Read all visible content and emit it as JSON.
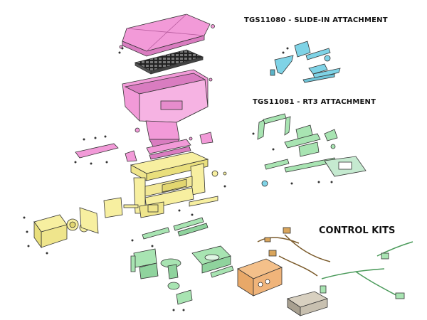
{
  "labels": {
    "slide_in": "TGS11080 - SLIDE-IN ATTACHMENT",
    "rt3": "TGS11081 - RT3 ATTACHMENT",
    "control_kits": "CONTROL KITS"
  },
  "colors": {
    "hopper": "#f29ad8",
    "frame": "#f7efa0",
    "mount": "#a8e4b2",
    "bracket": "#7fd3e6",
    "box": "#f4c08a",
    "controller": "#c8c0b0",
    "outline": "#333333"
  }
}
